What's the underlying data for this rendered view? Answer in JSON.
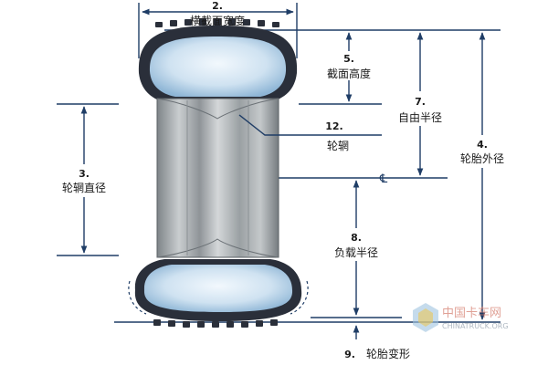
{
  "labels": {
    "section_width": {
      "num": "2.",
      "text": "横截面宽度"
    },
    "section_height": {
      "num": "5.",
      "text": "截面高度"
    },
    "free_radius": {
      "num": "7.",
      "text": "自由半径"
    },
    "outer_diameter": {
      "num": "4.",
      "text": "轮胎外径"
    },
    "rim": {
      "num": "12.",
      "text": "轮辋"
    },
    "rim_diameter": {
      "num": "3.",
      "text": "轮辋直径"
    },
    "loaded_radius": {
      "num": "8.",
      "text": "负载半径"
    },
    "tire_deflection": {
      "num": "9.",
      "text": "轮胎变形"
    },
    "centerline": "℄"
  },
  "watermark": {
    "cn": "中国卡车网",
    "en": "CHINATRUCK.ORG"
  },
  "colors": {
    "tread": "#2a2f3a",
    "cavity": "#bcd6ea",
    "rim": "#a9adb0",
    "line": "#1f3d66"
  }
}
